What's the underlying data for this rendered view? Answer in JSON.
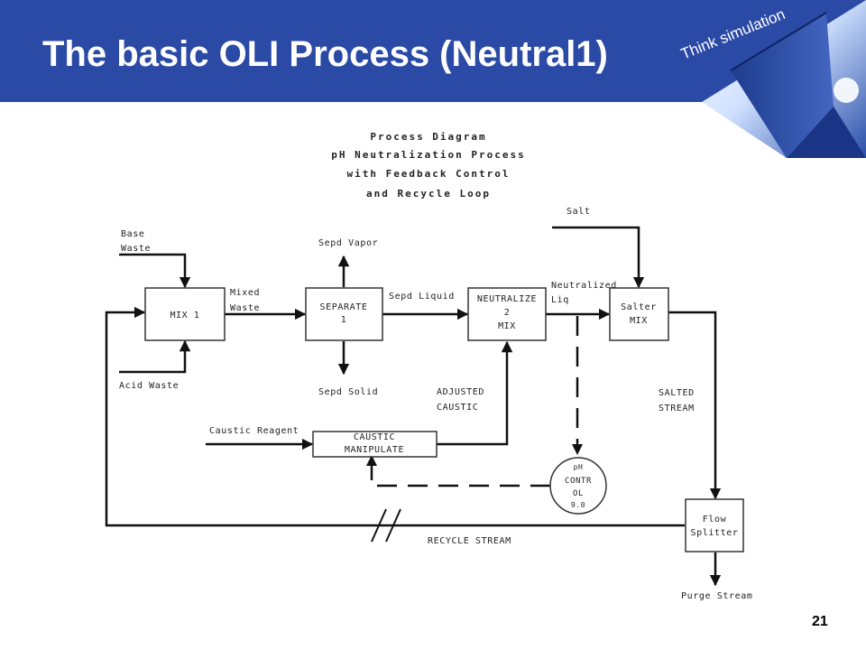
{
  "slide": {
    "title": "The basic OLI Process (Neutral1)",
    "logo_text": "Think simulation",
    "page_number": "21"
  },
  "diagram": {
    "heading": [
      "Process Diagram",
      "pH Neutralization Process",
      "with Feedback Control",
      "and Recycle Loop"
    ],
    "blocks": {
      "mix1": [
        "MIX 1"
      ],
      "separate": [
        "SEPARATE",
        "1"
      ],
      "neutralize": [
        "NEUTRALIZE",
        "2",
        "MIX"
      ],
      "salter": [
        "Salter",
        "MIX"
      ],
      "caustic": [
        "CAUSTIC",
        "MANIPULATE"
      ],
      "control": [
        "pH",
        "CONTR",
        "OL",
        "9.0"
      ],
      "splitter": [
        "Flow",
        "Splitter"
      ]
    },
    "labels": {
      "base_waste": [
        "Base",
        "Waste"
      ],
      "acid_waste": "Acid Waste",
      "mixed_waste": [
        "Mixed",
        "Waste"
      ],
      "sepd_vapor": "Sepd Vapor",
      "sepd_liquid": "Sepd Liquid",
      "sepd_solid": "Sepd Solid",
      "neutralized": [
        "Neutralized",
        "Liq"
      ],
      "salt": "Salt",
      "adjusted_caustic": [
        "ADJUSTED",
        "CAUSTIC"
      ],
      "salted_stream": [
        "SALTED",
        "STREAM"
      ],
      "caustic_reagent": "Caustic Reagent",
      "recycle_stream": "RECYCLE STREAM",
      "purge_stream": "Purge Stream"
    }
  }
}
